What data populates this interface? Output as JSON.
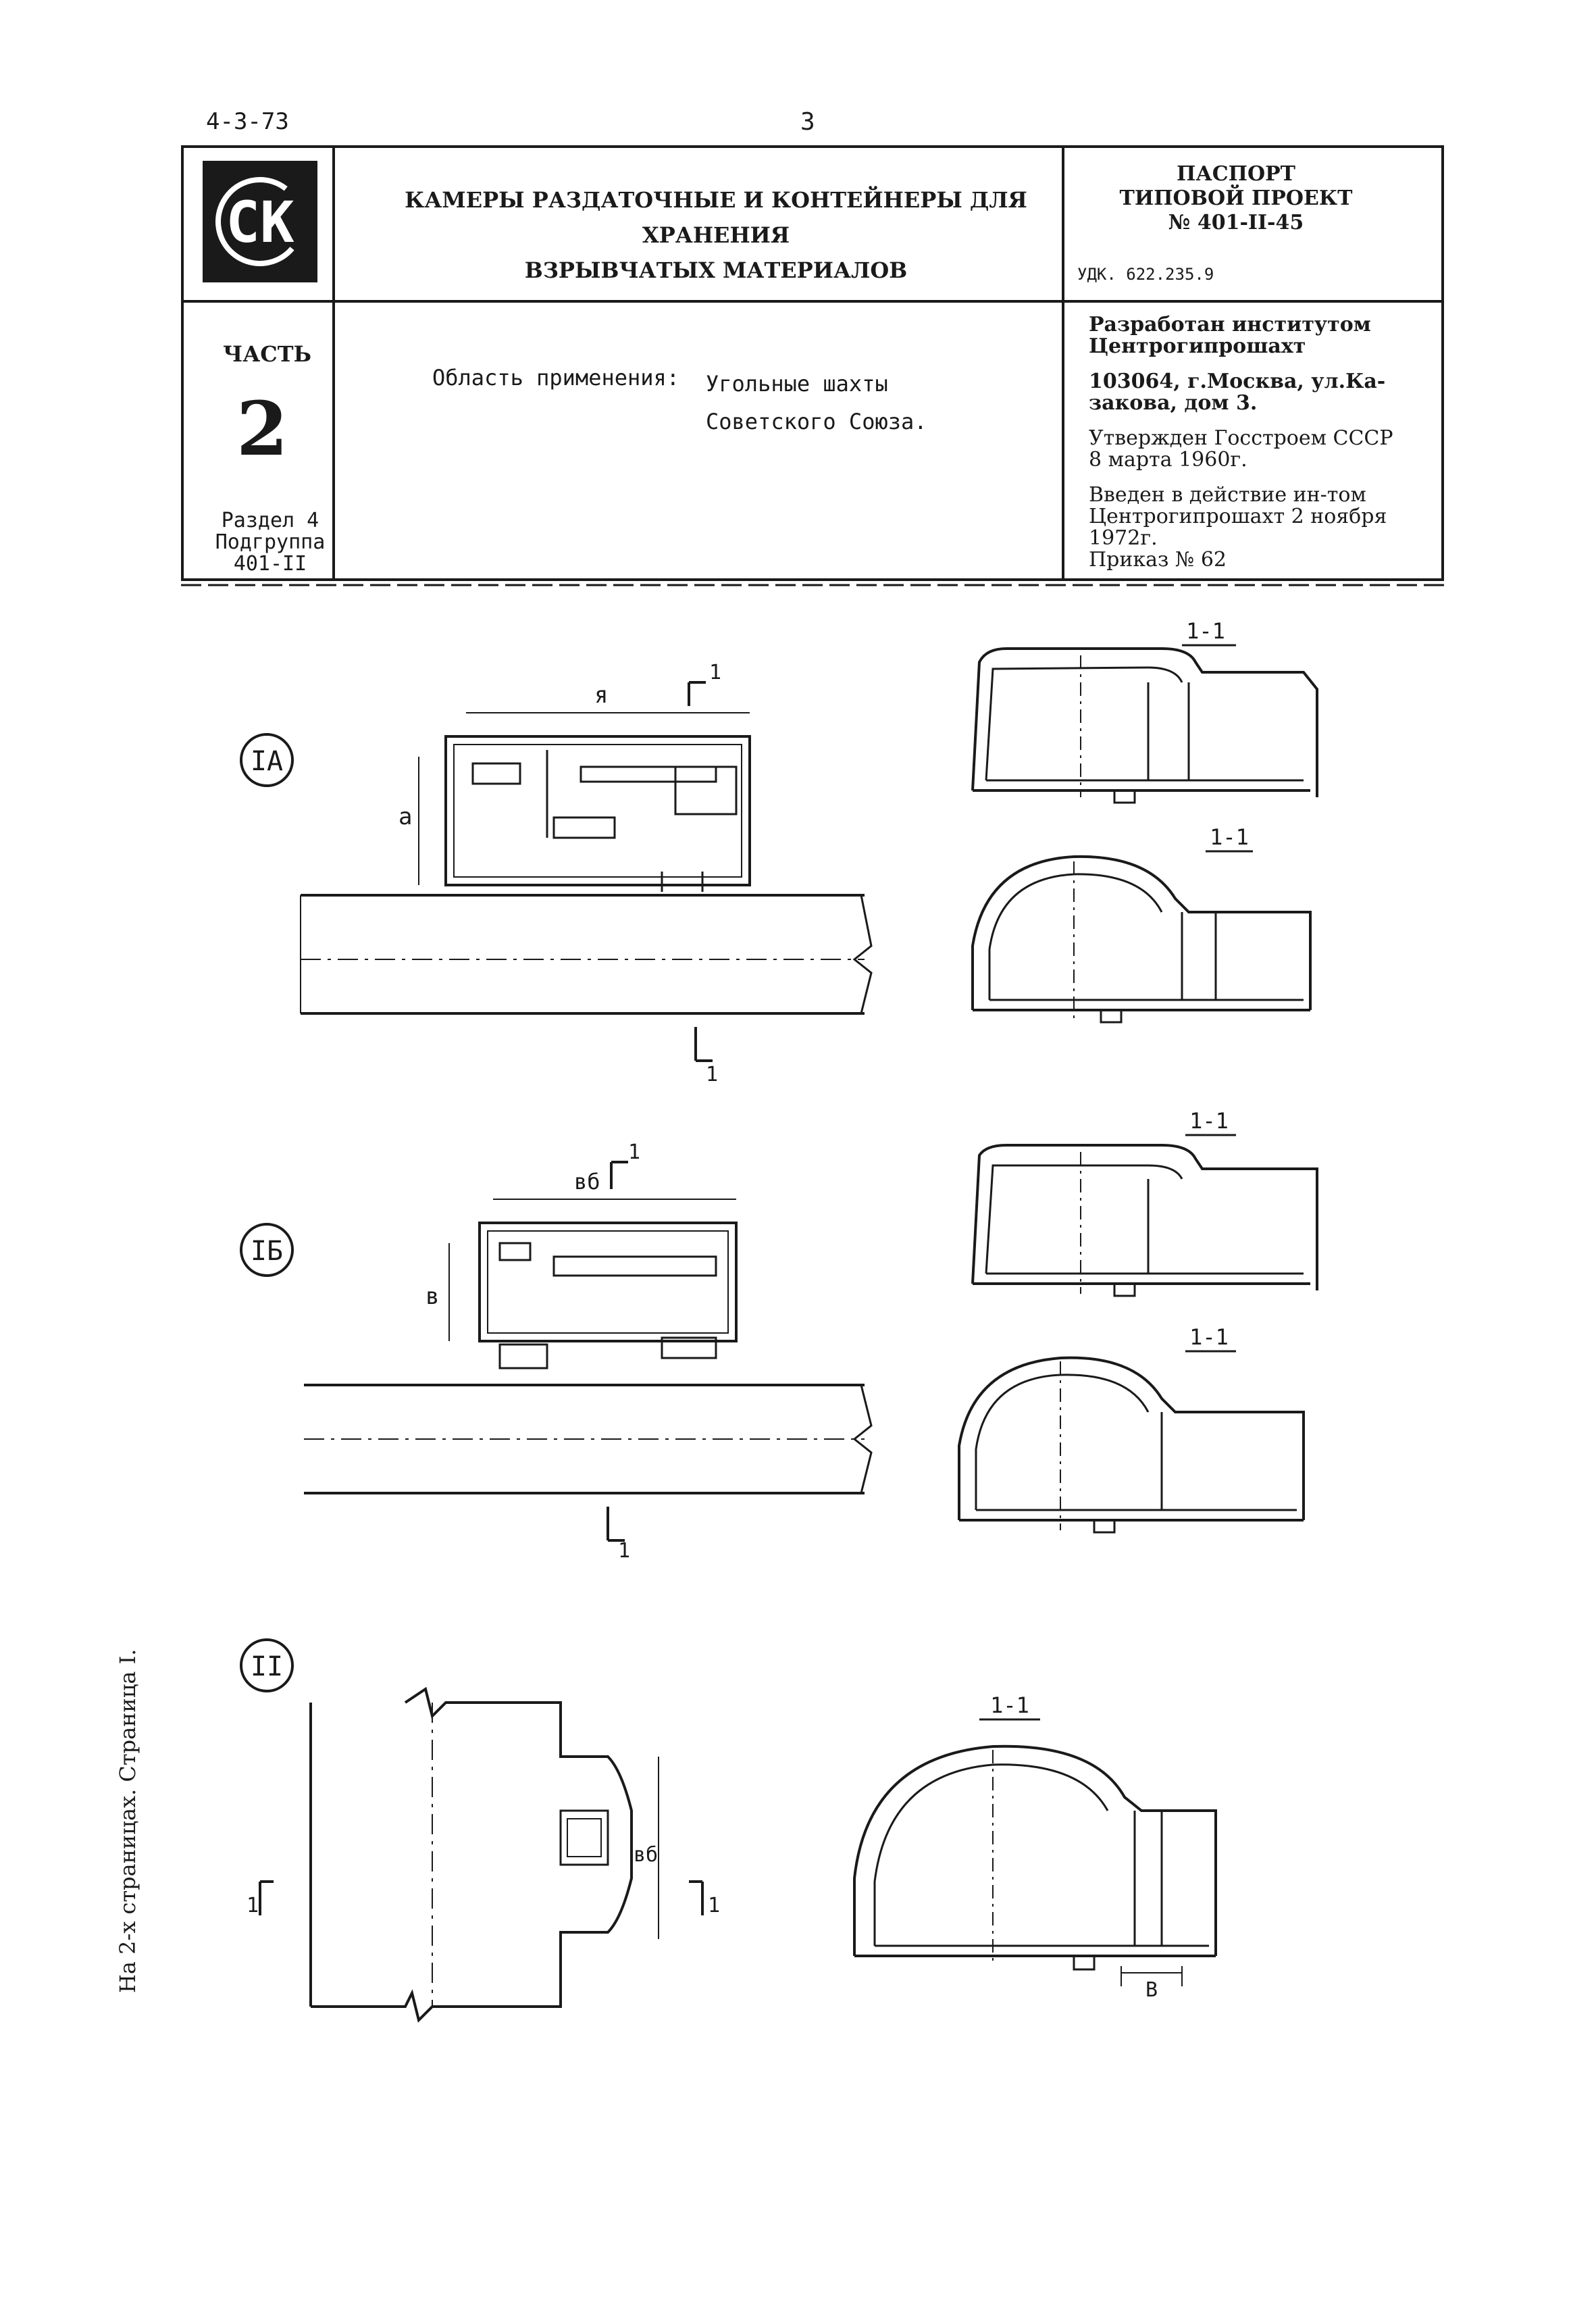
{
  "header": {
    "code": "4-3-73",
    "page_number": "3",
    "title_line1": "КАМЕРЫ РАЗДАТОЧНЫЕ И КОНТЕЙНЕРЫ ДЛЯ ХРАНЕНИЯ",
    "title_line2": "ВЗРЫВЧАТЫХ МАТЕРИАЛОВ",
    "logo_text": "СК",
    "passport_line1": "ПАСПОРТ",
    "passport_line2": "ТИПОВОЙ ПРОЕКТ",
    "passport_line3": "№ 401-II-45",
    "udk": "УДК. 622.235.9"
  },
  "part": {
    "label": "ЧАСТЬ",
    "number": "2",
    "section": "Раздел 4",
    "subgroup_label": "Подгруппа",
    "subgroup": "401-II"
  },
  "scope": {
    "label": "Область применения:",
    "value_line1": "Угольные шахты",
    "value_line2": "Советского Союза."
  },
  "developer": {
    "developed_by": "Разработан институтом",
    "institute": "Центрогипрошахт",
    "address_line1": "103064, г.Москва, ул.Ка-",
    "address_line2": "закова, дом 3.",
    "approved_line1": "Утвержден Госстроем СССР",
    "approved_line2": "8 марта 1960г.",
    "introduced_line1": "Введен в действие ин-том",
    "introduced_line2": "Центрогипрошахт 2 ноября",
    "introduced_line3": "1972г.",
    "order": "Приказ № 62"
  },
  "drawings": {
    "variant_1a": "IA",
    "variant_1b": "IБ",
    "variant_2": "II",
    "section_label": "1-1",
    "cut_mark": "1",
    "dim_a": "а",
    "dim_ya": "я",
    "dim_v": "в",
    "dim_vb": "вб",
    "dim_b": "В"
  },
  "footer": {
    "side_note": "На 2-х страницах. Страница I."
  }
}
